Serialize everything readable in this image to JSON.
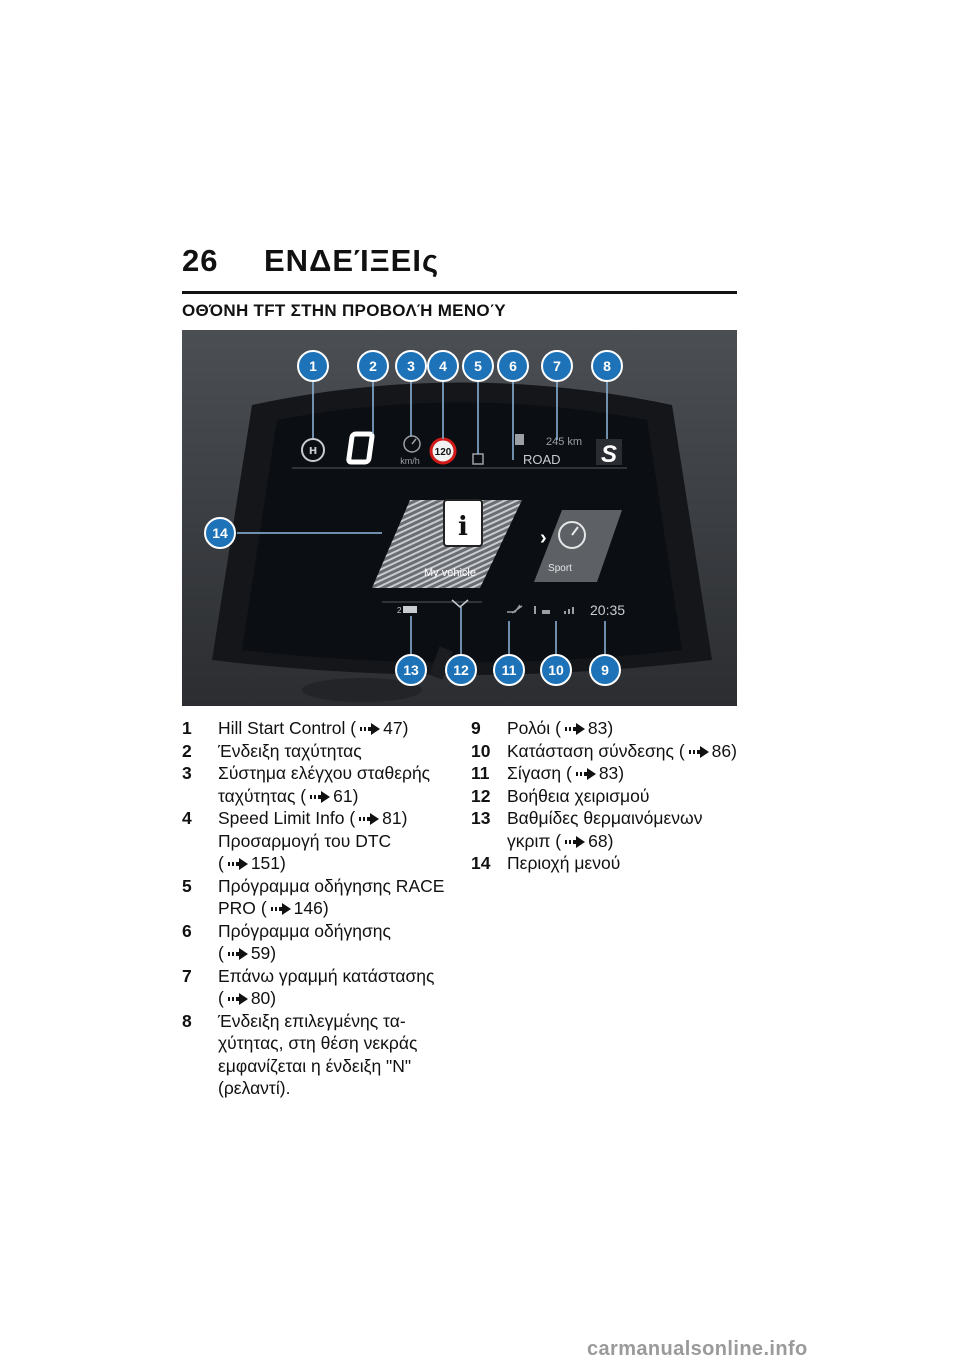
{
  "header": {
    "page_number": "26",
    "chapter_title": "ΕΝΔΕΊΞΕΙς",
    "section_title": "ΟΘΌΝΗ TFT ΣΤΗΝ ΠΡΟΒΟΛΉ ΜΕΝΟΎ"
  },
  "figure": {
    "callouts": [
      "1",
      "2",
      "3",
      "4",
      "5",
      "6",
      "7",
      "8",
      "9",
      "10",
      "11",
      "12",
      "13",
      "14"
    ],
    "display": {
      "speed_limit": "120",
      "speed_unit": "km/h",
      "range": "245 km",
      "riding_mode": "ROAD",
      "gear_indicator": "S",
      "menu_tile_label": "My vehicle",
      "menu_next_label": "Sport",
      "clock": "20:35",
      "grip_level": "2"
    },
    "colors": {
      "callout": "#1e73b8",
      "screen": "#0b0e12",
      "bezel": "#1a1c1f"
    }
  },
  "legend_left": [
    {
      "num": "1",
      "text": "Hill Start Control",
      "ref": "47"
    },
    {
      "num": "2",
      "text": "Ένδειξη ταχύτητας",
      "ref": ""
    },
    {
      "num": "3",
      "text": "Σύστημα ελέγχου σταθερής ταχύτητας",
      "ref": "61"
    },
    {
      "num": "4",
      "text": "Speed Limit Info",
      "ref": "81",
      "extra": "Προσαρμογή του DTC",
      "extra_ref": "151"
    },
    {
      "num": "5",
      "text": "Πρόγραμμα οδήγησης RACE PRO",
      "ref": "146"
    },
    {
      "num": "6",
      "text": "Πρόγραμμα οδήγησης",
      "ref": "59"
    },
    {
      "num": "7",
      "text": "Επάνω γραμμή κατάστασης",
      "ref": "80"
    },
    {
      "num": "8",
      "text": "Ένδειξη επιλεγμένης τα-χύτητας, στη θέση νεκράς εμφανίζεται η ένδειξη \"N\" (ρελαντί).",
      "ref": ""
    }
  ],
  "legend_right": [
    {
      "num": "9",
      "text": "Ρολόι",
      "ref": "83"
    },
    {
      "num": "10",
      "text": "Κατάσταση σύνδεσης",
      "ref": "86"
    },
    {
      "num": "11",
      "text": "Σίγαση",
      "ref": "83"
    },
    {
      "num": "12",
      "text": "Βοήθεια χειρισμού",
      "ref": ""
    },
    {
      "num": "13",
      "text": "Βαθμίδες θερμαινόμενων γκριπ",
      "ref": "68"
    },
    {
      "num": "14",
      "text": "Περιοχή μενού",
      "ref": ""
    }
  ],
  "footer": {
    "watermark": "carmanualsonline.info"
  }
}
